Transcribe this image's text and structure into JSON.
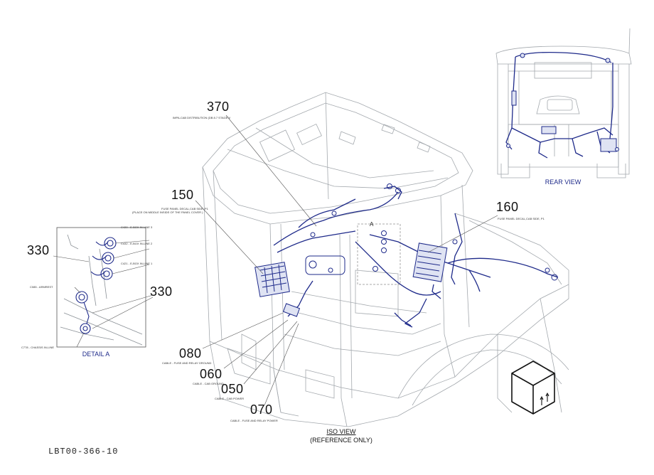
{
  "callouts": {
    "c370": "370",
    "c150": "150",
    "c160": "160",
    "c330a": "330",
    "c330b": "330",
    "c080": "080",
    "c060": "060",
    "c050": "050",
    "c070": "070"
  },
  "notes": {
    "n370": "IMPA-CAB DISTRIBUTION (DB 8.7 STAGE V",
    "n150a": "FUSE PANEL DECAL,CAB SIDE, P1",
    "n150b": "(PLACE ON MIDDLE INSIDE OF THE PANEL COVER )",
    "n160": "FUSE PANEL DECAL,CAB SIDE, P1",
    "n080": "CABLE - FUSE AND RELAY GROUND",
    "n060": "CABLE - CAB GROUND",
    "n050": "CABLE - CAB POWER",
    "n070": "CABLE - FUSE AND RELAY POWER",
    "nd1": "C420 - E-BOX IN-LINE 3",
    "nd2": "C432 - E-BOX IN-LINE 2",
    "nd3": "C421 - E-BOX IN-LINE 1",
    "nd4": "C085 - ARMREST",
    "nd5": "C778 - CHASSIS IN-LINE"
  },
  "captions": {
    "detail": "DETAIL  A",
    "rear": "REAR VIEW",
    "iso": "ISO VIEW",
    "reference": "(REFERENCE ONLY)"
  },
  "view_marker": "A",
  "drawing_code": "LBT00-366-10",
  "colors": {
    "harness": "#1e2a8a",
    "line": "#9aa0a6",
    "ink": "#111111"
  },
  "icons": {
    "package": "package-box-icon"
  }
}
